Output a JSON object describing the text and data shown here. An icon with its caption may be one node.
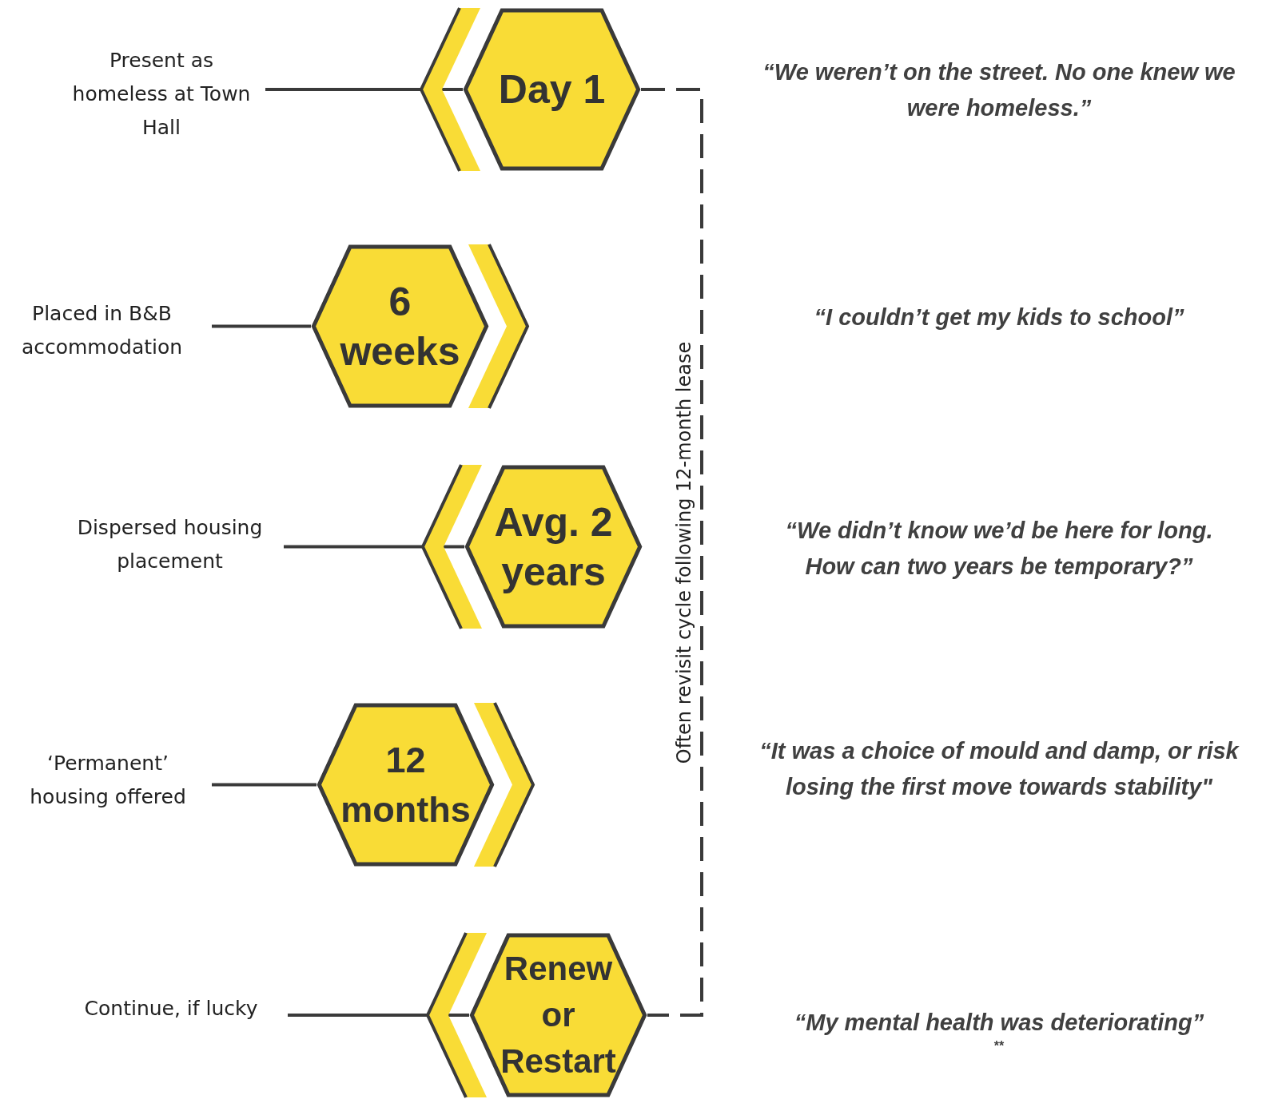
{
  "diagram": {
    "nodes": [
      {
        "text": [
          "Present as homeless at Town Hall"
        ]
      },
      {
        "text": [
          "Day 1"
        ]
      },
      {
        "text": [
          "Placed in B&B accommodation"
        ]
      },
      {
        "text": [
          "6 weeks"
        ]
      },
      {
        "text": [
          "Dispersed housing placement"
        ]
      },
      {
        "text": [
          "Avg. 2 years"
        ]
      },
      {
        "text": [
          "‘Permanent’ housing offered"
        ]
      },
      {
        "text": [
          "12 months"
        ]
      },
      {
        "text": [
          "Continue, if lucky"
        ]
      },
      {
        "text": [
          "Renew or Restart"
        ]
      }
    ],
    "edges": [
      {
        "from": 0,
        "to": 1,
        "arrow": "none"
      },
      {
        "from": 2,
        "to": 3,
        "arrow": "none"
      },
      {
        "from": 4,
        "to": 5,
        "arrow": "none"
      },
      {
        "from": 6,
        "to": 7,
        "arrow": "none"
      },
      {
        "from": 8,
        "to": 9,
        "arrow": "none"
      },
      {
        "from": 1,
        "to": 9,
        "arrow": "none",
        "style": "dashed",
        "label": "Often revisit cycle following 12-month lease"
      }
    ],
    "labels": [
      "“We weren’t on the street. No one knew we were homeless.”",
      "“I couldn’t get my kids to school”",
      "“We didn’t know we’d be here for long. How can two years be temporary?”",
      "“It was a choice of mould and damp, or risk losing the first move towards stability\"",
      "“My mental health was deteriorating”",
      "**"
    ]
  }
}
